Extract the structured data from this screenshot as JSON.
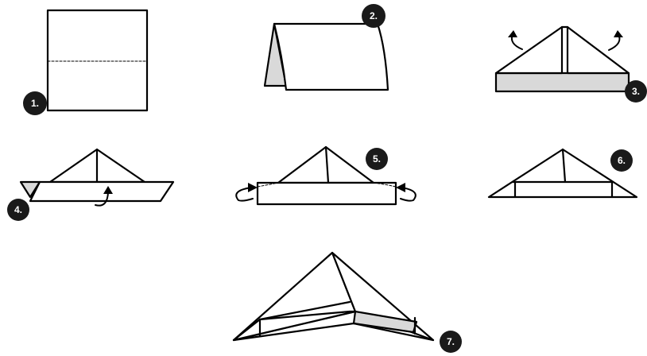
{
  "steps": [
    {
      "label": "1."
    },
    {
      "label": "2."
    },
    {
      "label": "3."
    },
    {
      "label": "4."
    },
    {
      "label": "5."
    },
    {
      "label": "6."
    },
    {
      "label": "7."
    }
  ],
  "colors": {
    "ink": "#000000",
    "paper": "#ffffff",
    "shade": "#d9d9d9",
    "badge": "#1a1a1a",
    "badge_text": "#ffffff"
  }
}
